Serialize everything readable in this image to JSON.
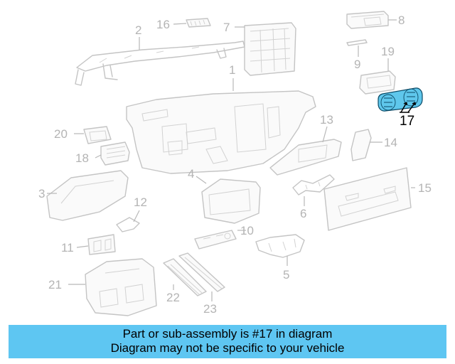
{
  "diagram": {
    "callouts": [
      "1",
      "2",
      "3",
      "4",
      "5",
      "6",
      "7",
      "8",
      "9",
      "10",
      "11",
      "12",
      "13",
      "14",
      "15",
      "16",
      "17",
      "18",
      "19",
      "20",
      "21",
      "22",
      "23"
    ],
    "highlight_color": "#5fc7ec",
    "highlighted_part": "17"
  },
  "banner": {
    "color": "#5ec6f2",
    "line1": "Part or sub-assembly is #17 in diagram",
    "line2": "Diagram may not be specific to your vehicle"
  }
}
